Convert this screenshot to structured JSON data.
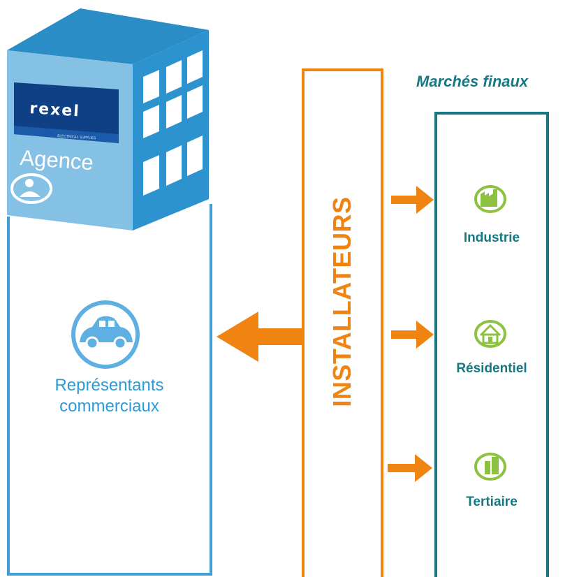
{
  "agency": {
    "logo_text": "rexel",
    "logo_tagline": "ELECTRICAL SUPPLIES",
    "label": "Agence"
  },
  "sales_reps": {
    "label": "Représentants\ncommerciaux"
  },
  "installers": {
    "label": "INSTALLATEURS"
  },
  "markets": {
    "title": "Marchés finaux",
    "items": [
      {
        "label": "Industrie",
        "icon": "factory-icon"
      },
      {
        "label": "Résidentiel",
        "icon": "house-icon"
      },
      {
        "label": "Tertiaire",
        "icon": "office-building-icon"
      }
    ]
  },
  "colors": {
    "agency_blue": "#3f9fd2",
    "installers_orange": "#ef8413",
    "markets_teal": "#157882",
    "market_icon_green": "#8cc23f"
  }
}
